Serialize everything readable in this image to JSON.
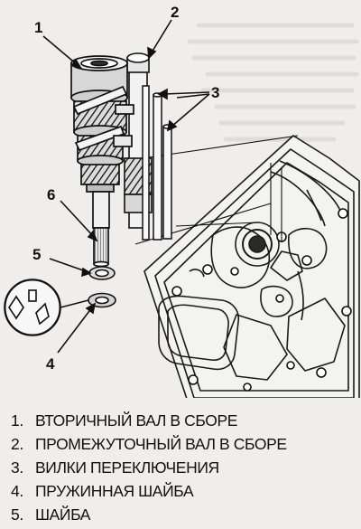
{
  "callouts": [
    "1",
    "2",
    "3",
    "6",
    "5",
    "4"
  ],
  "legend": [
    {
      "num": "1.",
      "text": "ВТОРИЧНЫЙ ВАЛ В СБОРЕ"
    },
    {
      "num": "2.",
      "text": "ПРОМЕЖУТОЧНЫЙ ВАЛ В СБОРЕ"
    },
    {
      "num": "3.",
      "text": "ВИЛКИ ПЕРЕКЛЮЧЕНИЯ"
    },
    {
      "num": "4.",
      "text": "ПРУЖИННАЯ ШАЙБА"
    },
    {
      "num": "5.",
      "text": "ШАЙБА"
    }
  ],
  "colors": {
    "paper": "#efeeeb",
    "ink": "#111111"
  }
}
